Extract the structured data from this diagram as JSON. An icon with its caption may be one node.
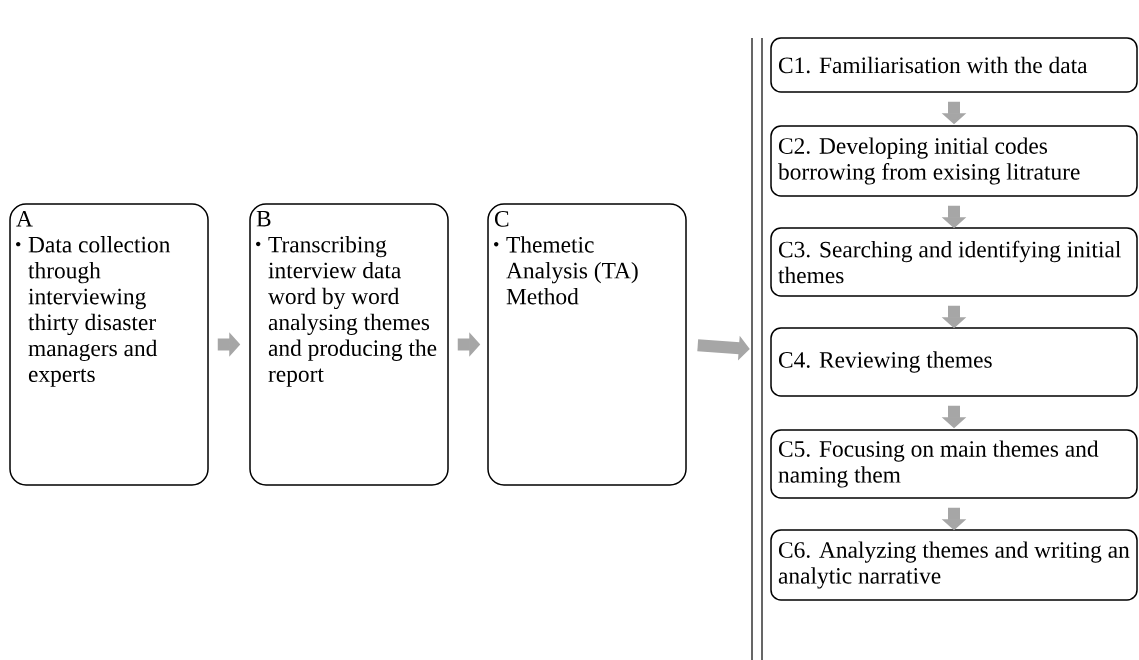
{
  "diagram": {
    "nodes": [
      {
        "text": [
          "A",
          "Data collection through interviewing thirty disaster managers and experts"
        ]
      },
      {
        "text": [
          "B",
          "Transcribing interview data word by word analysing themes and producing the report"
        ]
      },
      {
        "text": [
          "C",
          "Themetic Analysis (TA) Method"
        ]
      },
      {
        "text": [],
        "shape": "bar"
      },
      {
        "text": [
          "C1. Familiarisation with the data"
        ]
      },
      {
        "text": [
          "C2. Developing initial codes borrowing from exising litrature"
        ]
      },
      {
        "text": [
          "C3. Searching and identifying initial themes"
        ]
      },
      {
        "text": [
          "C4. Reviewing themes"
        ]
      },
      {
        "text": [
          "C5. Focusing on main themes and naming them"
        ]
      },
      {
        "text": [
          "C6. Analyzing themes and writing an analytic narrative"
        ]
      }
    ],
    "edges": [
      {
        "from": 0,
        "to": 1,
        "arrow": "to"
      },
      {
        "from": 1,
        "to": 2,
        "arrow": "to"
      },
      {
        "from": 2,
        "to": 3,
        "arrow": "to"
      },
      {
        "from": 4,
        "to": 5,
        "arrow": "to"
      },
      {
        "from": 5,
        "to": 6,
        "arrow": "to"
      },
      {
        "from": 6,
        "to": 7,
        "arrow": "to"
      },
      {
        "from": 7,
        "to": 8,
        "arrow": "to"
      },
      {
        "from": 8,
        "to": 9,
        "arrow": "to"
      }
    ]
  }
}
